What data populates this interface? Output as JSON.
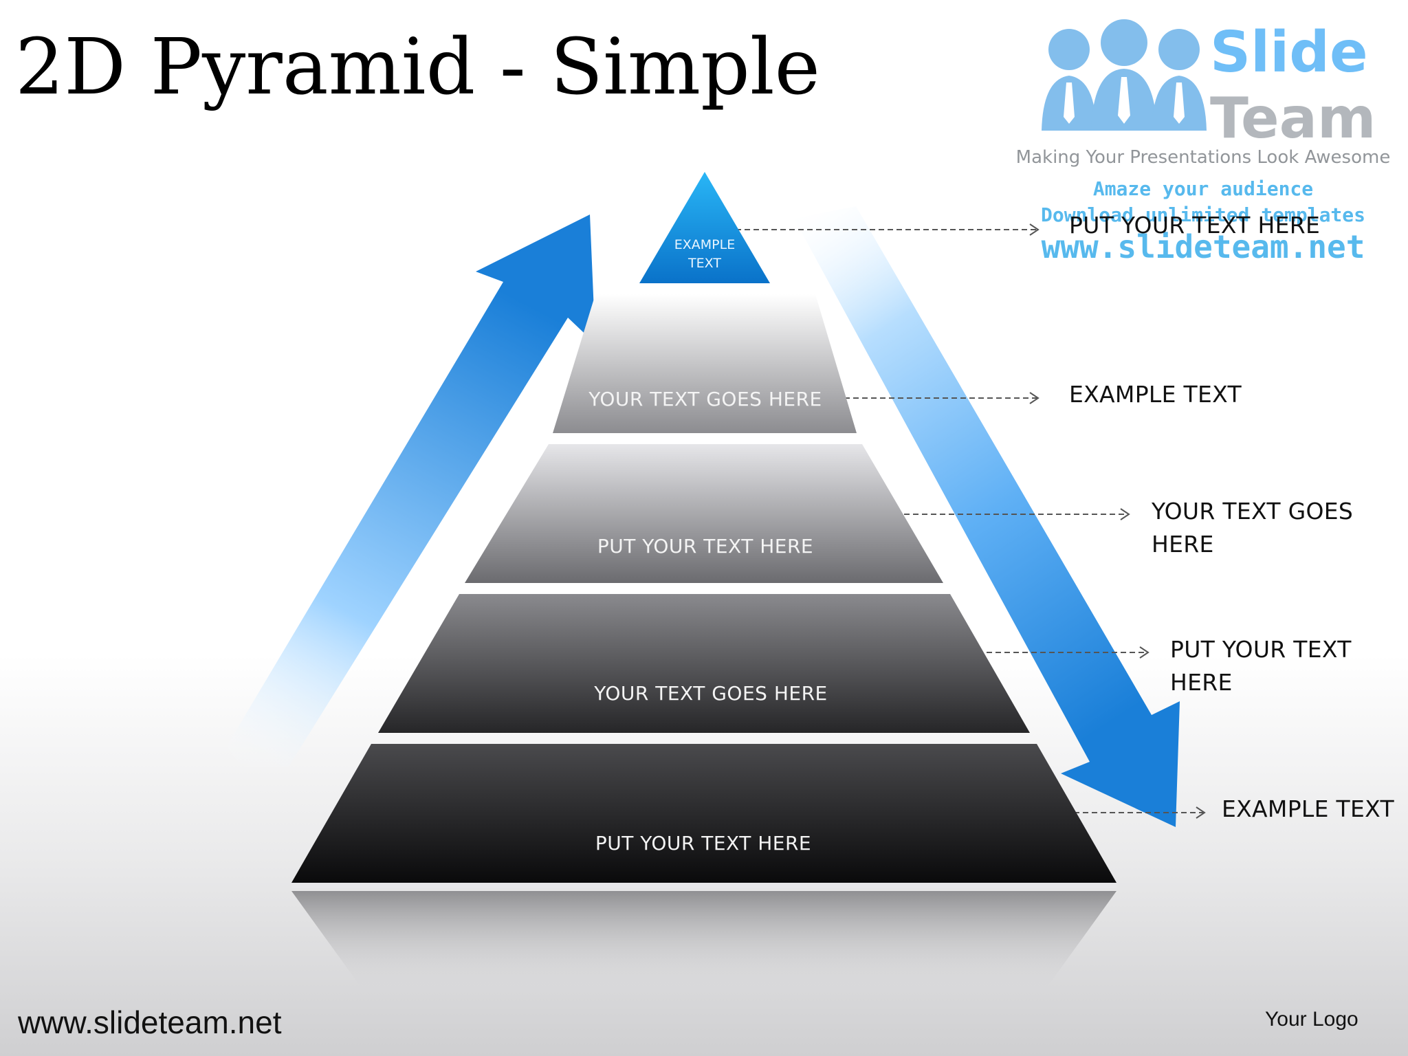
{
  "title": "2D Pyramid - Simple",
  "apex": {
    "line1": "EXAMPLE",
    "line2": "TEXT"
  },
  "tiers": [
    {
      "label": "YOUR TEXT GOES HERE"
    },
    {
      "label": "PUT YOUR TEXT HERE"
    },
    {
      "label": "YOUR TEXT GOES HERE"
    },
    {
      "label": "PUT YOUR TEXT HERE"
    }
  ],
  "side_labels": [
    {
      "line1": "PUT YOUR TEXT HERE",
      "line2": ""
    },
    {
      "line1": "EXAMPLE TEXT",
      "line2": ""
    },
    {
      "line1": "YOUR TEXT GOES",
      "line2": "HERE"
    },
    {
      "line1": "PUT YOUR TEXT",
      "line2": "HERE"
    },
    {
      "line1": "EXAMPLE TEXT",
      "line2": ""
    }
  ],
  "watermark": {
    "brand_line1": "Slide",
    "brand_line2": "Team",
    "tagline": "Making Your Presentations Look Awesome",
    "promo_line1": "Amaze your audience",
    "promo_line2": "Download unlimited templates",
    "url": "www.slideteam.net"
  },
  "footer": {
    "url": "www.slideteam.net",
    "logo_text": "Your Logo"
  },
  "colors": {
    "arrow_blue": "#1f8ae0",
    "arrow_light": "#bfe2ff",
    "apex_blue": "#0c8fe0",
    "tier_dark": "#0f0f10",
    "tier_light": "#e3e3e6",
    "brand_blue": "#3fa9f5",
    "brand_gray": "#9aa0a6"
  },
  "icons": [
    "people-group-logo-icon",
    "dashed-arrow-icon"
  ]
}
